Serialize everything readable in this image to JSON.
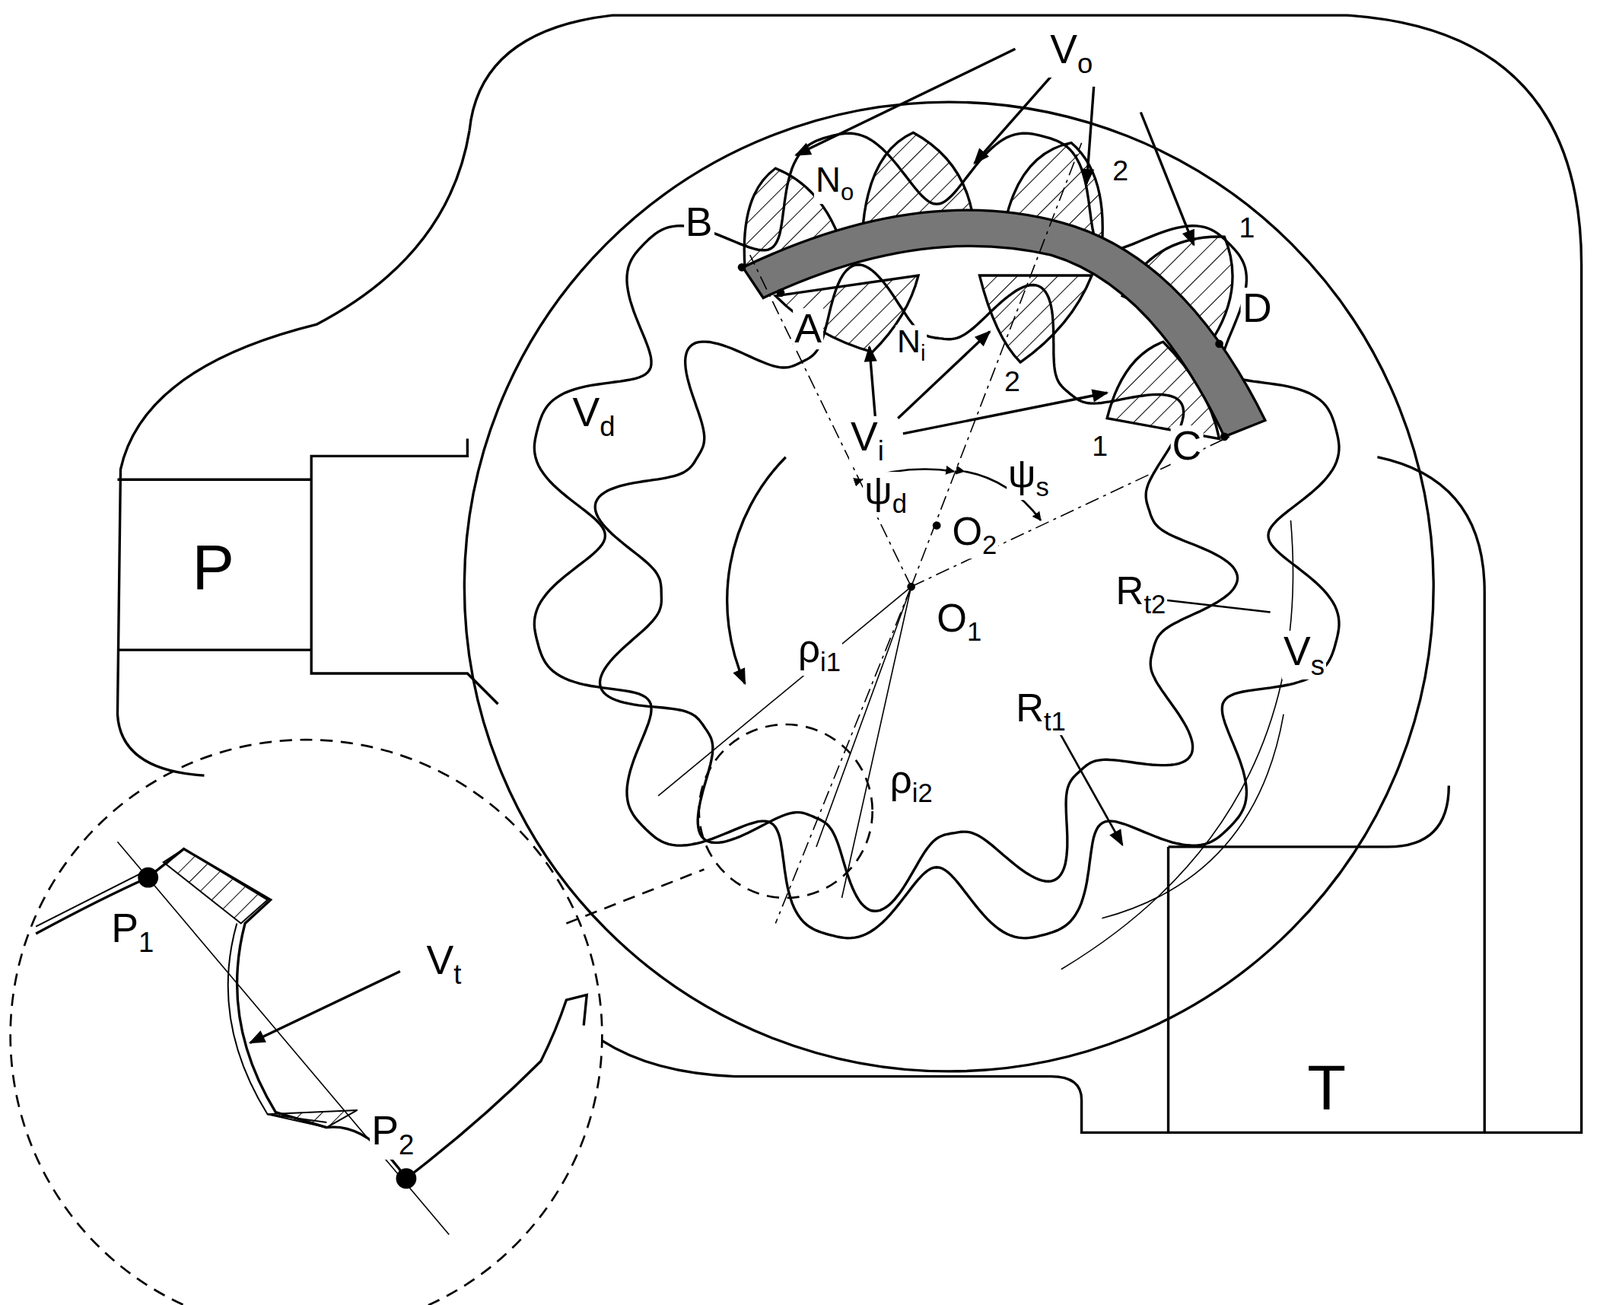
{
  "diagram": {
    "nodes": [
      {
        "text": [
          "P"
        ]
      },
      {
        "text": [
          "T"
        ]
      }
    ],
    "labels": [
      "Vo",
      "No",
      "B",
      "A",
      "Ni",
      "2",
      "1",
      "D",
      "2",
      "1",
      "C",
      "Vd",
      "Vi",
      "ψd",
      "ψs",
      "O2",
      "O1",
      "ρi1",
      "ρi2",
      "Rt2",
      "Vs",
      "Rt1",
      "P1",
      "P2",
      "Vt"
    ]
  }
}
